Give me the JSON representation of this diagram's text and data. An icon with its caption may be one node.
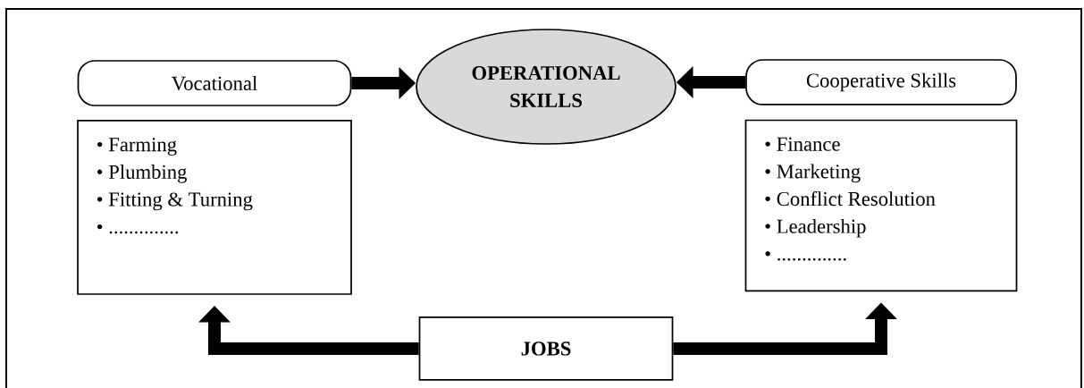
{
  "diagram": {
    "nodes": [
      {
        "text": [
          "Vocational"
        ]
      },
      {
        "text": [
          "OPERATIONAL SKILLS"
        ]
      },
      {
        "text": [
          "Cooperative Skills"
        ]
      },
      {
        "text": [
          "• Farming",
          "• Plumbing",
          "• Fitting & Turning",
          "• .............."
        ]
      },
      {
        "text": [
          "• Finance",
          "• Marketing",
          "• Conflict Resolution",
          "• Leadership",
          "• .............."
        ]
      },
      {
        "text": [
          "JOBS"
        ]
      }
    ],
    "edges": [
      {
        "from": 0,
        "to": 1,
        "arrow": "to"
      },
      {
        "from": 2,
        "to": 1,
        "arrow": "to"
      },
      {
        "from": 5,
        "to": 3,
        "arrow": "to"
      },
      {
        "from": 5,
        "to": 4,
        "arrow": "to"
      }
    ]
  }
}
